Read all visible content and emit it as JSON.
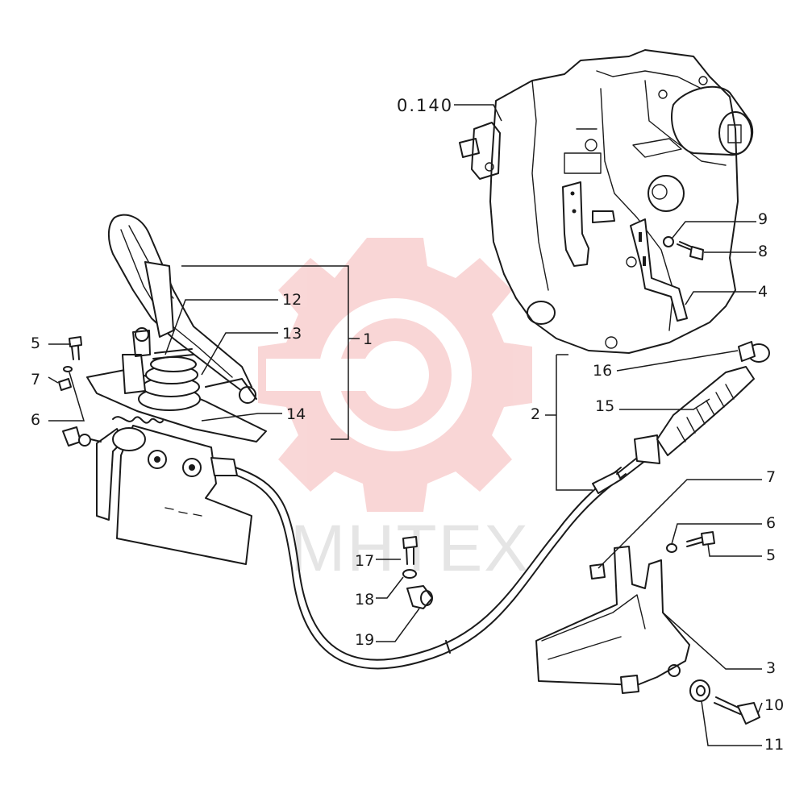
{
  "diagram": {
    "reference_label": "0.140",
    "watermark_text": "MHTEX",
    "colors": {
      "ink": "#1a1a1a",
      "watermark_logo": "#f2a6a6",
      "watermark_text": "#d0d0d0",
      "background": "#ffffff"
    },
    "callouts": {
      "c1": "1",
      "c2": "2",
      "c3": "3",
      "c4": "4",
      "c5_left": "5",
      "c5_right": "5",
      "c6_left": "6",
      "c6_right": "6",
      "c7_left": "7",
      "c7_right": "7",
      "c8": "8",
      "c9": "9",
      "c10": "10",
      "c11": "11",
      "c12": "12",
      "c13": "13",
      "c14": "14",
      "c15": "15",
      "c16": "16",
      "c17": "17",
      "c18": "18",
      "c19": "19"
    }
  }
}
